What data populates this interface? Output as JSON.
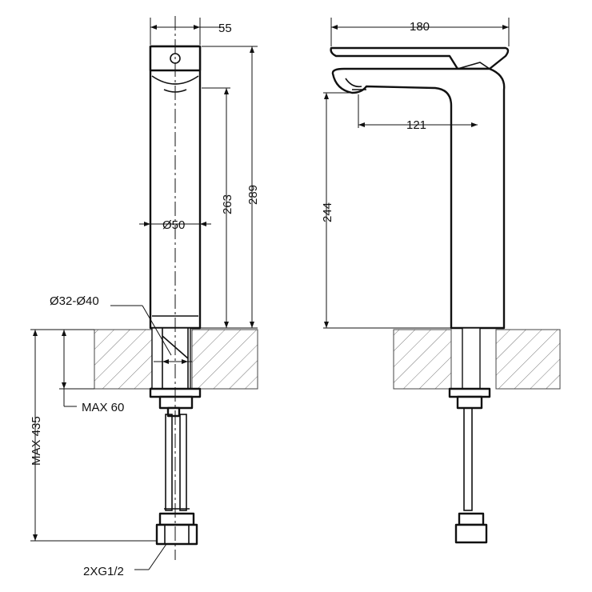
{
  "dimensions": {
    "front_width": "55",
    "side_width": "180",
    "spout_reach": "121",
    "diameter_body": "Ø50",
    "height_263": "263",
    "height_289": "289",
    "height_244": "244",
    "hole_diameter": "Ø32-Ø40",
    "max_deck": "MAX 60",
    "max_length": "MAX 435",
    "connection": "2XG1/2"
  }
}
